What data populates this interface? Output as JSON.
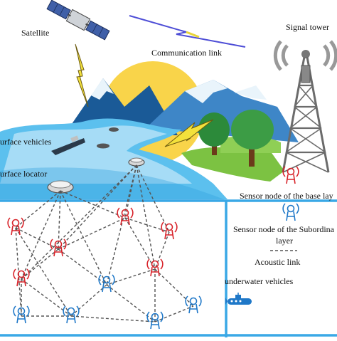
{
  "labels": {
    "satellite": "Satellite",
    "communication_link": "Communication link",
    "signal_tower": "Signal tower",
    "surface_vehicles": "urface vehicles",
    "surface_locator": "urface locator",
    "sensor_base": "Sensor node of the base lay",
    "sensor_subordinate_1": "Sensor node of the Subordina",
    "sensor_subordinate_2": "layer",
    "acoustic_link": "Acoustic link",
    "underwater_vehicles": "underwater vehicles"
  },
  "colors": {
    "sky_sun": "#f9d44a",
    "water_light": "#bfe6f8",
    "water_mid": "#5cc0ee",
    "water_dark": "#2a9fde",
    "mountain_dark": "#1a5a97",
    "mountain_light": "#3e86c7",
    "snow": "#e9f4fb",
    "grass": "#7cc242",
    "tree": "#2c8a3a",
    "trunk": "#6b3a1a",
    "base_node": "#d8232a",
    "sub_node": "#1f78c8",
    "lightning_fill": "#f3e13b",
    "lightning_stroke": "#6b5a10",
    "comm_link_blue": "#4d4dd6",
    "comm_link_yellow": "#e8d53a",
    "sea_border": "#3aa8e6",
    "acoustic_line": "#555555"
  },
  "icons": [
    "satellite-icon",
    "signal-tower-icon",
    "surface-vehicle-icon",
    "surface-locator-icon",
    "base-sensor-node-icon",
    "subordinate-sensor-node-icon",
    "underwater-vehicle-icon",
    "lightning-icon",
    "tree-icon",
    "sun-icon",
    "mountain-icon"
  ]
}
